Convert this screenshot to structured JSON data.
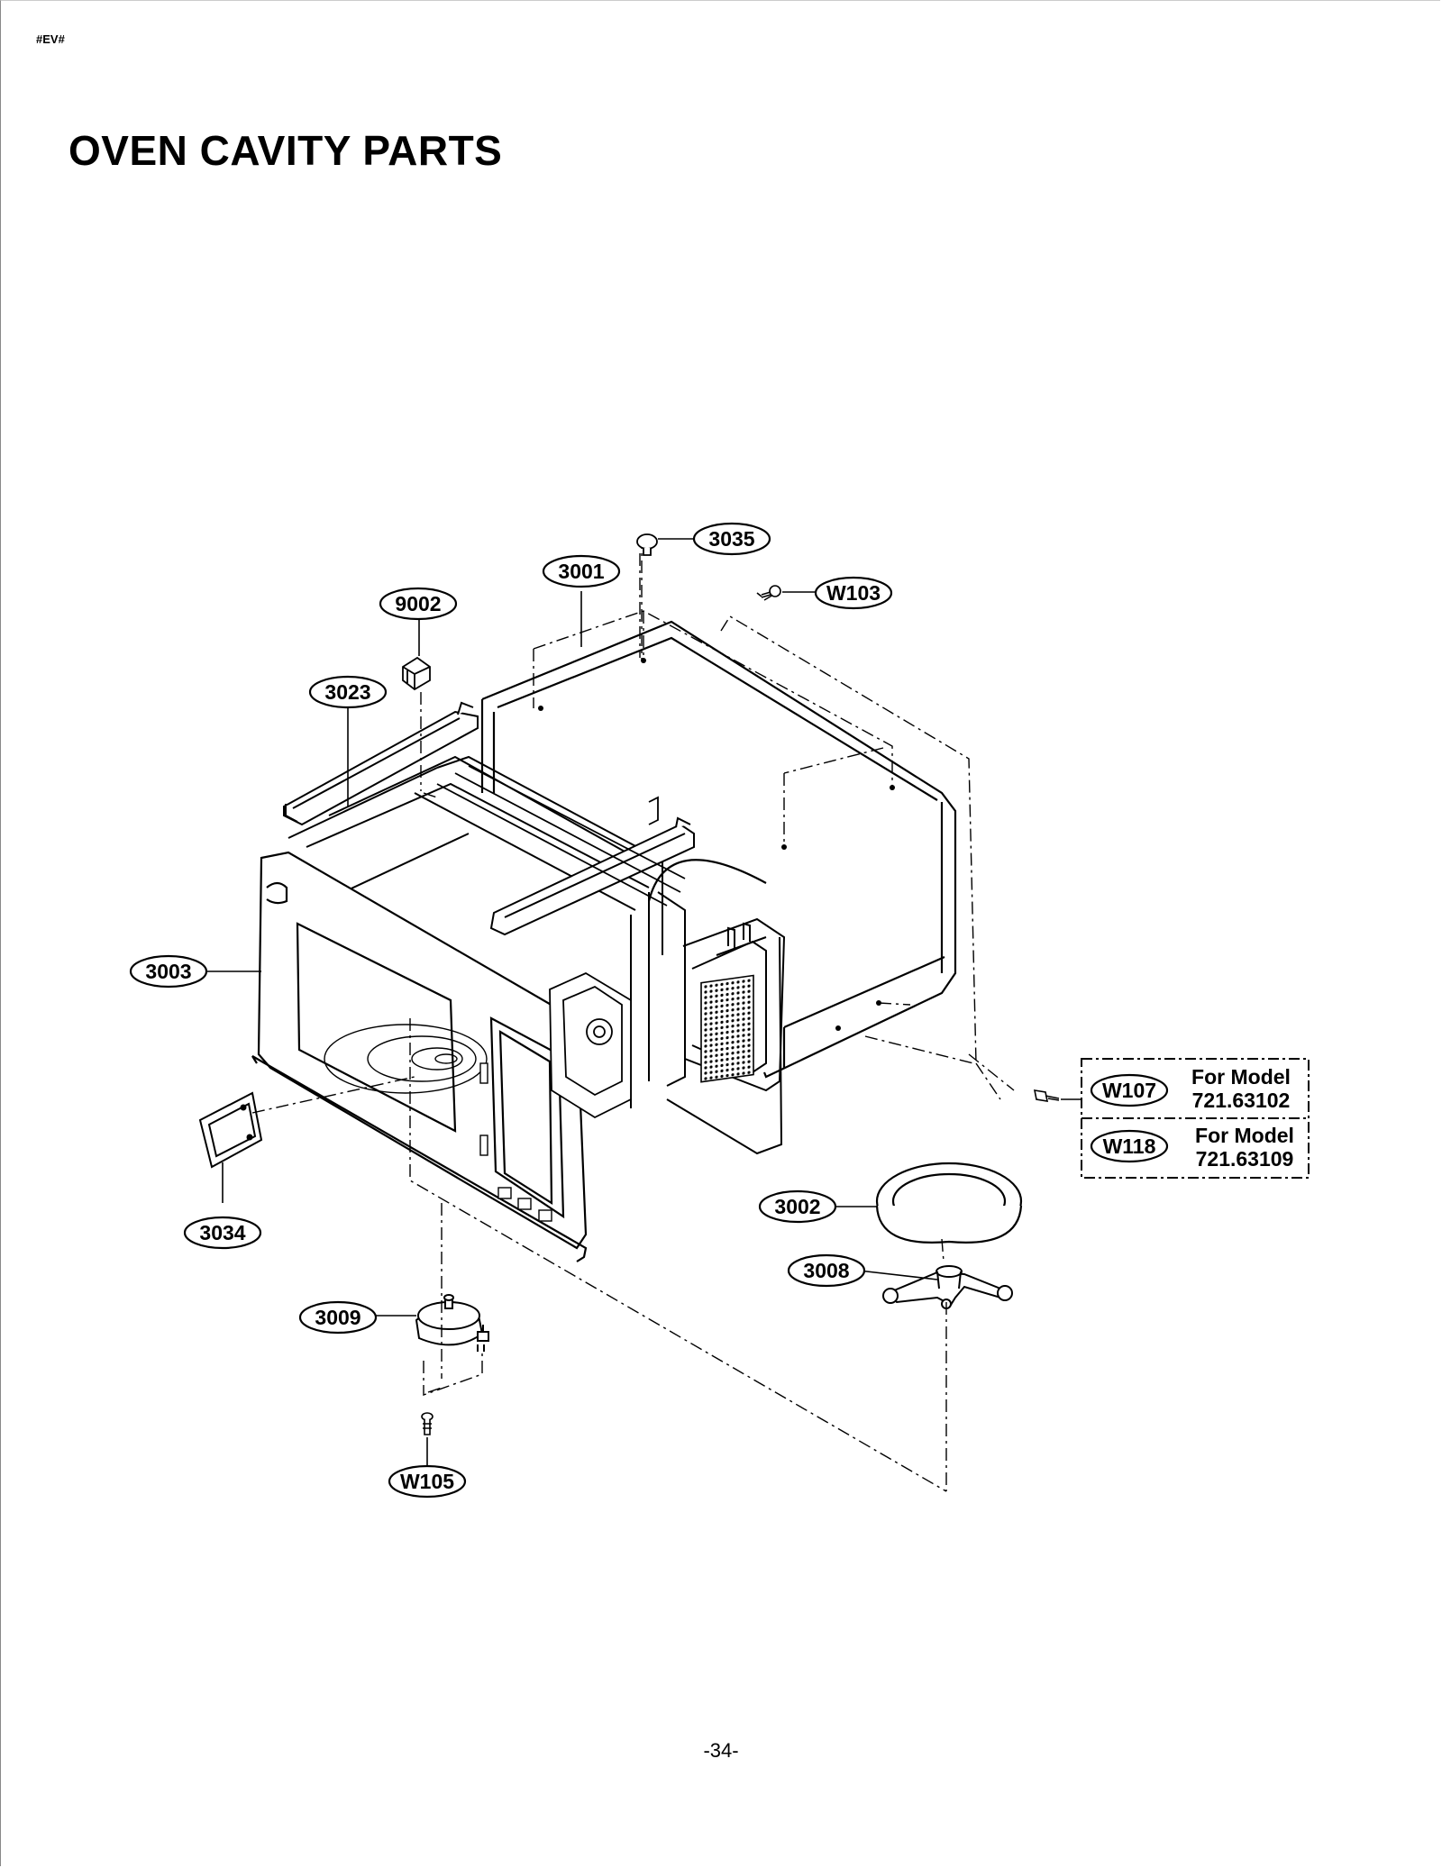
{
  "header": {
    "doc_code": "#EV#",
    "title": "OVEN CAVITY PARTS"
  },
  "footer": {
    "page_number": "-34-"
  },
  "callouts": {
    "p3035": "3035",
    "p3001": "3001",
    "pW103": "W103",
    "p9002": "9002",
    "p3023": "3023",
    "p3003": "3003",
    "p3034": "3034",
    "p3009": "3009",
    "pW105": "W105",
    "p3002": "3002",
    "p3008": "3008"
  },
  "model_variants": [
    {
      "part": "W107",
      "label": "For Model",
      "model": "721.63102"
    },
    {
      "part": "W118",
      "label": "For Model",
      "model": "721.63109"
    }
  ],
  "colors": {
    "line": "#000000",
    "background": "#ffffff",
    "shade": "#d9d9d9"
  }
}
